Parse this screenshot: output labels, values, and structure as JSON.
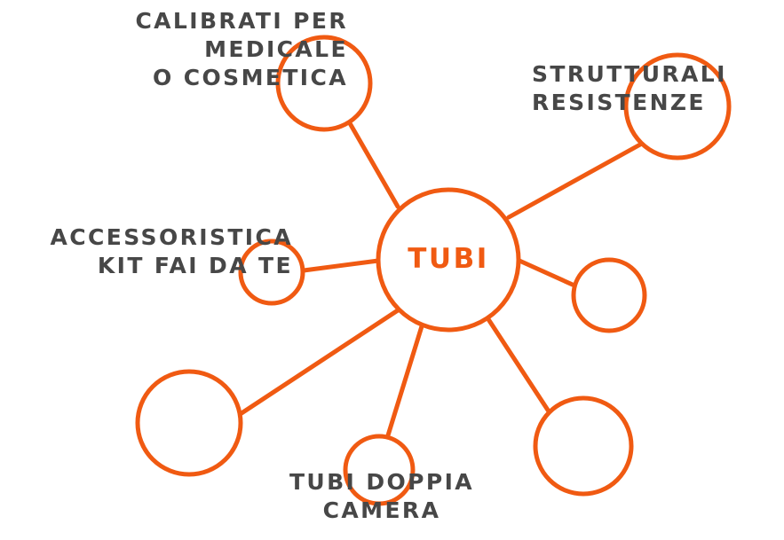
{
  "diagram": {
    "center_label": "TUBI",
    "accent_color": "#f05a12",
    "text_color": "#474747",
    "branches": {
      "calibrati": {
        "lines": [
          "CALIBRATI PER",
          "MEDICALE",
          "O COSMETICA"
        ]
      },
      "strutturali": {
        "lines": [
          "STRUTTURALI",
          "RESISTENZE"
        ]
      },
      "accessoristica": {
        "lines": [
          "ACCESSORISTICA",
          "KIT FAI DA TE"
        ]
      },
      "tubi_doppia": {
        "lines": [
          "TUBI DOPPIA",
          "CAMERA"
        ]
      }
    }
  }
}
